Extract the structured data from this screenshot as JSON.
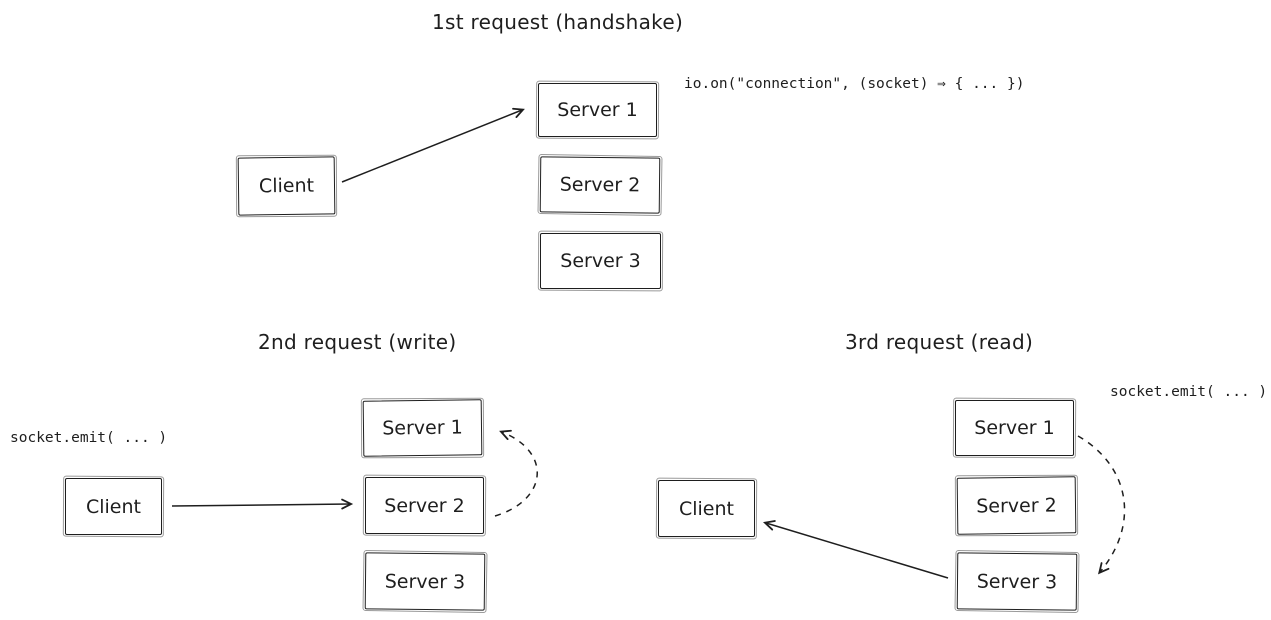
{
  "diagram": {
    "colors": {
      "stroke": "#1e1e1e",
      "background": "#ffffff"
    },
    "sections": [
      {
        "title": "1st request (handshake)",
        "code": "io.on(\"connection\", (socket) ⇒ { ... })",
        "client": "Client",
        "servers": [
          "Server 1",
          "Server 2",
          "Server 3"
        ]
      },
      {
        "title": "2nd request (write)",
        "code": "socket.emit( ... )",
        "client": "Client",
        "servers": [
          "Server 1",
          "Server 2",
          "Server 3"
        ]
      },
      {
        "title": "3rd request (read)",
        "code": "socket.emit( ... )",
        "client": "Client",
        "servers": [
          "Server 1",
          "Server 2",
          "Server 3"
        ]
      }
    ],
    "arrows": [
      {
        "name": "handshake-client-to-server1",
        "style": "solid"
      },
      {
        "name": "write-client-to-server2",
        "style": "solid"
      },
      {
        "name": "write-server2-to-server1",
        "style": "dashed"
      },
      {
        "name": "read-server3-to-client",
        "style": "solid"
      },
      {
        "name": "read-server1-to-server3",
        "style": "dashed"
      }
    ]
  }
}
